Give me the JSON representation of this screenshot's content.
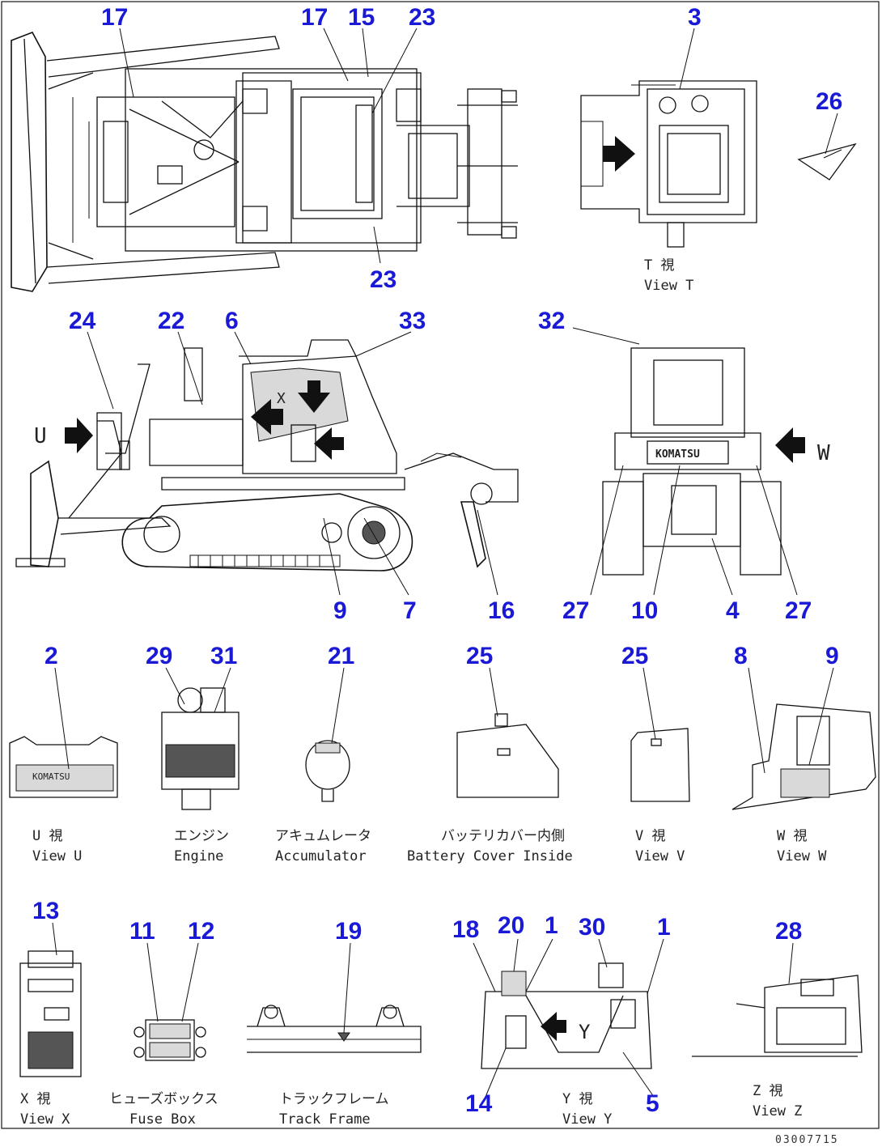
{
  "callouts": [
    {
      "id": "c17a",
      "label": "17"
    },
    {
      "id": "c17b",
      "label": "17"
    },
    {
      "id": "c15",
      "label": "15"
    },
    {
      "id": "c23a",
      "label": "23"
    },
    {
      "id": "c23b",
      "label": "23"
    },
    {
      "id": "c3",
      "label": "3"
    },
    {
      "id": "c26",
      "label": "26"
    },
    {
      "id": "c24",
      "label": "24"
    },
    {
      "id": "c22",
      "label": "22"
    },
    {
      "id": "c6",
      "label": "6"
    },
    {
      "id": "c33",
      "label": "33"
    },
    {
      "id": "c32",
      "label": "32"
    },
    {
      "id": "c9a",
      "label": "9"
    },
    {
      "id": "c7",
      "label": "7"
    },
    {
      "id": "c16",
      "label": "16"
    },
    {
      "id": "c27a",
      "label": "27"
    },
    {
      "id": "c10",
      "label": "10"
    },
    {
      "id": "c4",
      "label": "4"
    },
    {
      "id": "c27b",
      "label": "27"
    },
    {
      "id": "c2",
      "label": "2"
    },
    {
      "id": "c29",
      "label": "29"
    },
    {
      "id": "c31",
      "label": "31"
    },
    {
      "id": "c21",
      "label": "21"
    },
    {
      "id": "c25a",
      "label": "25"
    },
    {
      "id": "c25b",
      "label": "25"
    },
    {
      "id": "c8",
      "label": "8"
    },
    {
      "id": "c9b",
      "label": "9"
    },
    {
      "id": "c13",
      "label": "13"
    },
    {
      "id": "c11",
      "label": "11"
    },
    {
      "id": "c12",
      "label": "12"
    },
    {
      "id": "c19",
      "label": "19"
    },
    {
      "id": "c18",
      "label": "18"
    },
    {
      "id": "c20",
      "label": "20"
    },
    {
      "id": "c1a",
      "label": "1"
    },
    {
      "id": "c30",
      "label": "30"
    },
    {
      "id": "c1b",
      "label": "1"
    },
    {
      "id": "c28",
      "label": "28"
    },
    {
      "id": "c14",
      "label": "14"
    },
    {
      "id": "c5",
      "label": "5"
    }
  ],
  "direction_letters": {
    "u": "U",
    "w": "W",
    "x": "X",
    "y": "Y"
  },
  "captions": {
    "view_t": {
      "jp": "T 視",
      "en": "View T"
    },
    "view_u": {
      "jp": "U 視",
      "en": "View U"
    },
    "engine": {
      "jp": "エンジン",
      "en": "Engine"
    },
    "accumulator": {
      "jp": "アキュムレータ",
      "en": "Accumulator"
    },
    "battery": {
      "jp": "バッテリカバー内側",
      "en": "Battery Cover Inside"
    },
    "view_v": {
      "jp": "V 視",
      "en": "View V"
    },
    "view_w": {
      "jp": "W 視",
      "en": "View W"
    },
    "view_x": {
      "jp": "X 視",
      "en": "View X"
    },
    "fuse": {
      "jp": "ヒューズボックス",
      "en": "Fuse Box"
    },
    "track": {
      "jp": "トラックフレーム",
      "en": "Track Frame"
    },
    "view_y": {
      "jp": "Y 視",
      "en": "View Y"
    },
    "view_z": {
      "jp": "Z 視",
      "en": "View Z"
    }
  },
  "brand_text": "KOMATSU",
  "drawing_number": "03007715"
}
